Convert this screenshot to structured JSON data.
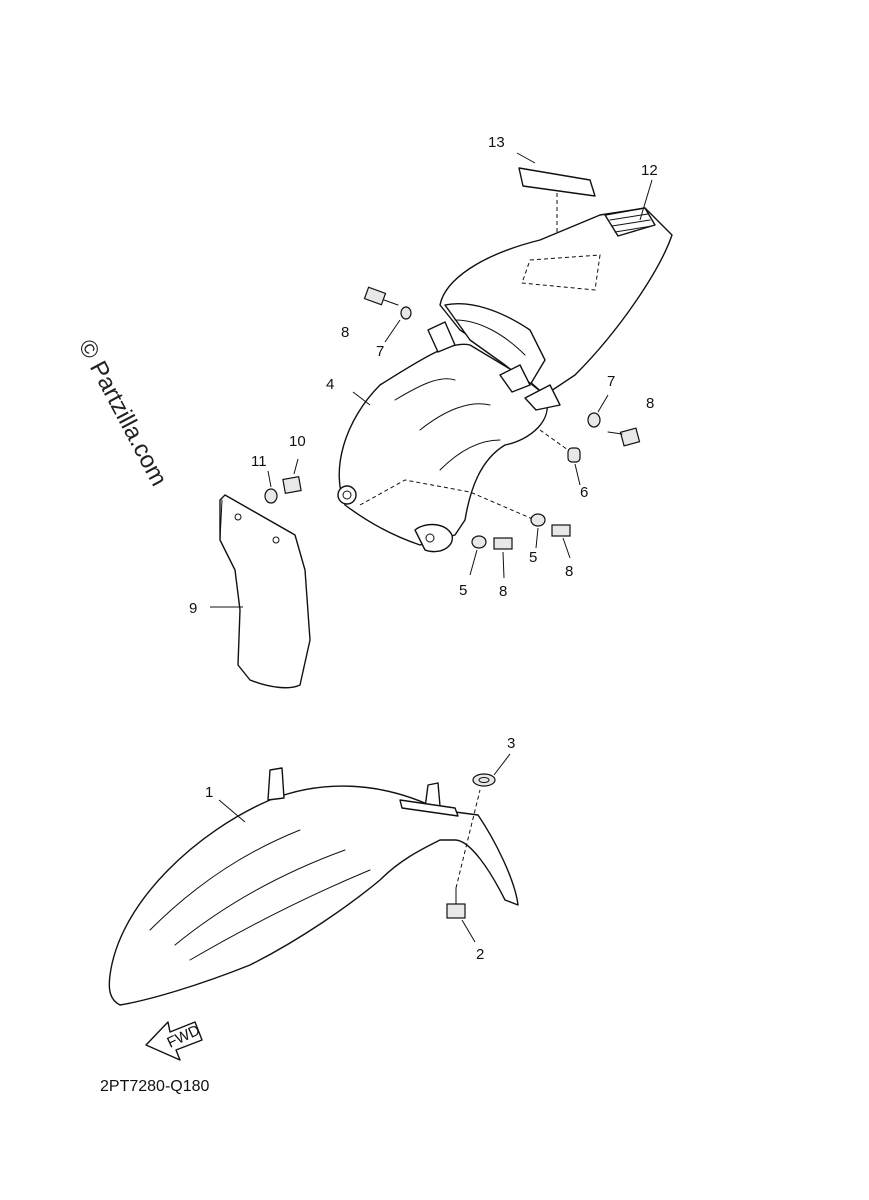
{
  "diagram": {
    "watermark": "© Partzilla.com",
    "diagram_code": "2PT7280-Q180",
    "fwd_label": "FWD",
    "callouts": {
      "c1": "1",
      "c2": "2",
      "c3": "3",
      "c4": "4",
      "c5a": "5",
      "c5b": "5",
      "c6": "6",
      "c7a": "7",
      "c7b": "7",
      "c8a": "8",
      "c8b": "8",
      "c8c": "8",
      "c8d": "8",
      "c9": "9",
      "c10": "10",
      "c11": "11",
      "c12": "12",
      "c13": "13"
    }
  }
}
